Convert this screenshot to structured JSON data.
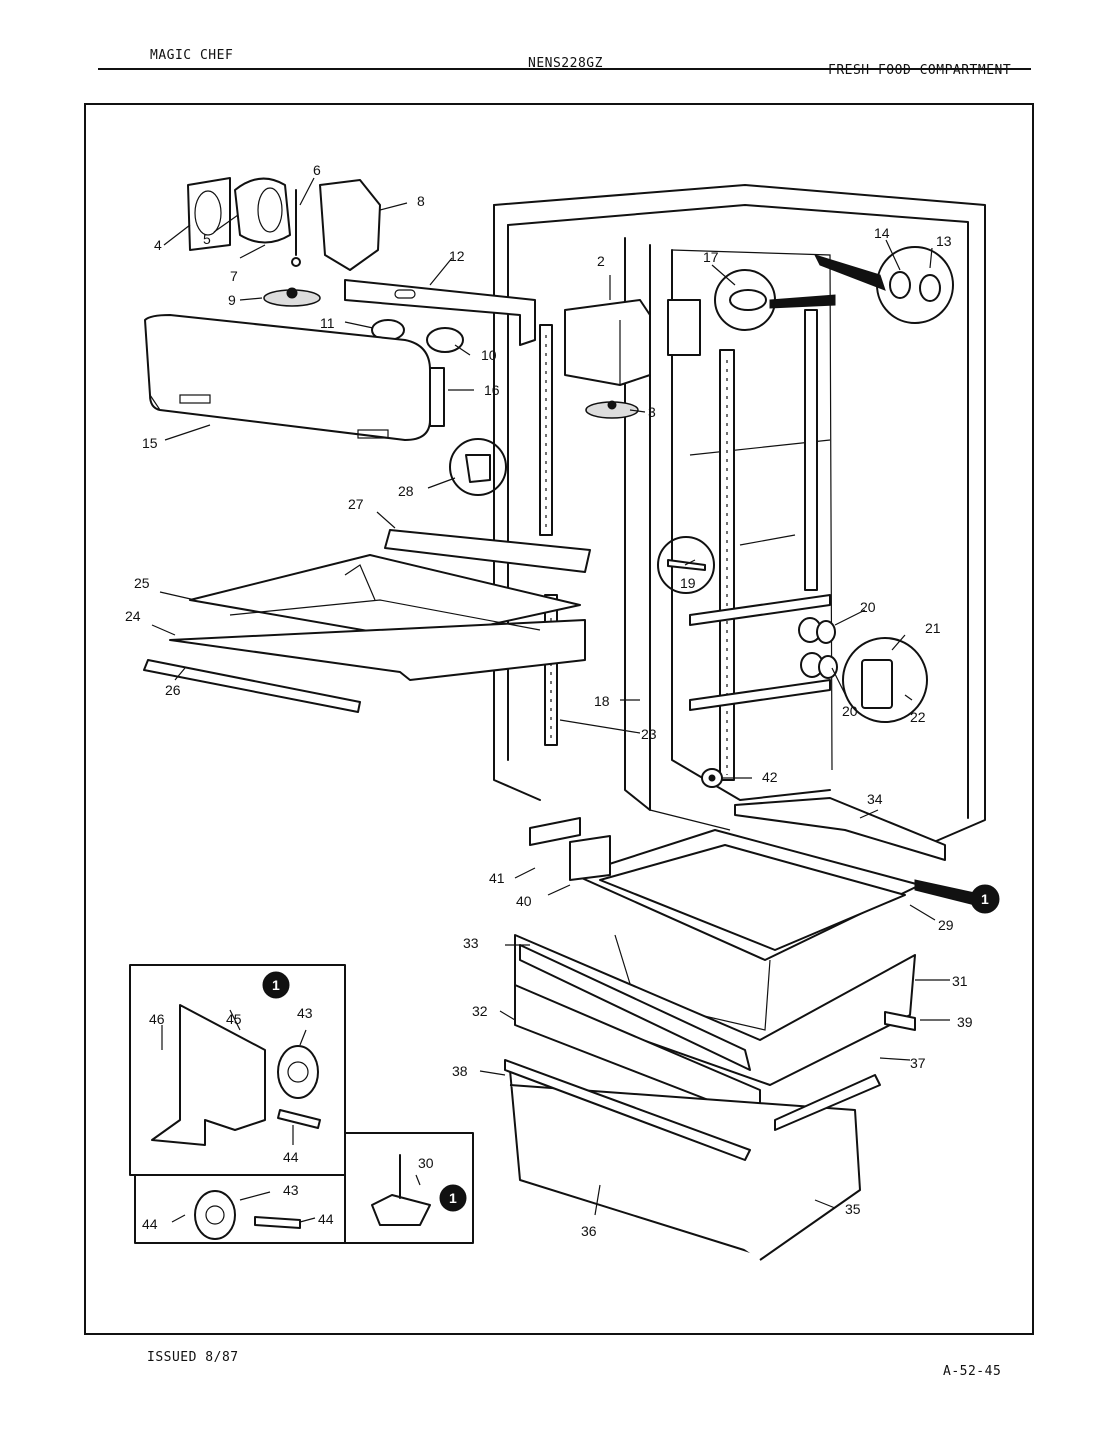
{
  "header": {
    "brand": "MAGIC CHEF",
    "model": "NENS228GZ",
    "section": "FRESH FOOD COMPARTMENT"
  },
  "footer": {
    "issued": "ISSUED 8/87",
    "page_code": "A-52-45"
  },
  "diagram": {
    "callout_marker": "1",
    "part_labels": {
      "p2": "2",
      "p3": "3",
      "p4": "4",
      "p5": "5",
      "p6": "6",
      "p7": "7",
      "p8": "8",
      "p9": "9",
      "p10": "10",
      "p11": "11",
      "p12": "12",
      "p13": "13",
      "p14": "14",
      "p15": "15",
      "p16": "16",
      "p17": "17",
      "p18": "18",
      "p19": "19",
      "p20a": "20",
      "p20b": "20",
      "p21": "21",
      "p22": "22",
      "p23": "23",
      "p24": "24",
      "p25": "25",
      "p26": "26",
      "p27": "27",
      "p28": "28",
      "p29": "29",
      "p30": "30",
      "p31": "31",
      "p32": "32",
      "p33": "33",
      "p34": "34",
      "p35": "35",
      "p36": "36",
      "p37": "37",
      "p38": "38",
      "p39": "39",
      "p40": "40",
      "p41": "41",
      "p42": "42",
      "p43a": "43",
      "p43b": "43",
      "p44a": "44",
      "p44b": "44",
      "p44c": "44",
      "p45": "45",
      "p46": "46"
    }
  }
}
